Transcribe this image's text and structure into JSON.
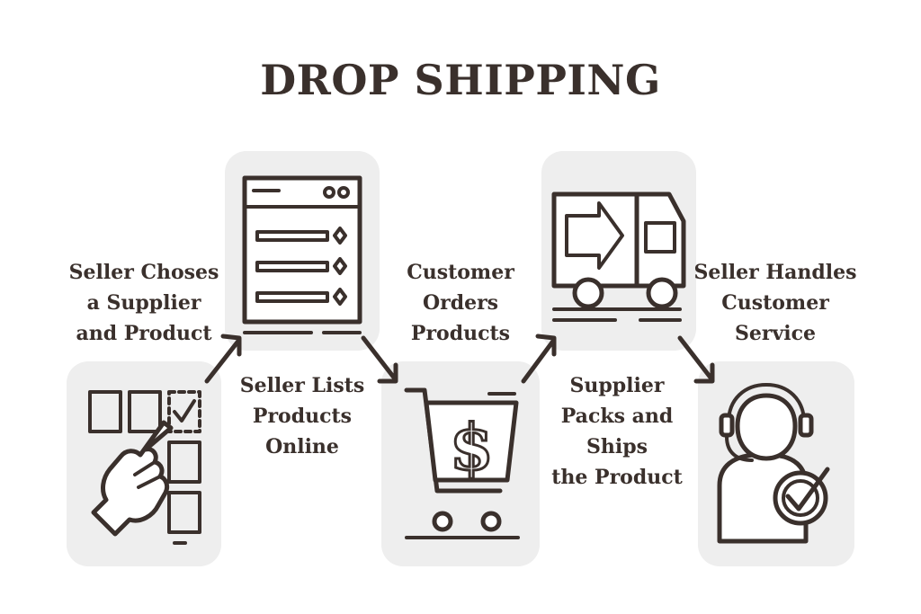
{
  "title": "DROP SHIPPING",
  "steps": [
    {
      "lines": [
        "Seller Choses",
        "a Supplier",
        "and Product"
      ],
      "icon": "hand-selecting-checkbox-icon"
    },
    {
      "lines": [
        "Seller Lists",
        "Products",
        "Online"
      ],
      "icon": "online-store-listing-icon"
    },
    {
      "lines": [
        "Customer",
        "Orders",
        "Products"
      ],
      "icon": "shopping-cart-dollar-icon"
    },
    {
      "lines": [
        "Supplier",
        "Packs and",
        "Ships",
        "the Product"
      ],
      "icon": "delivery-truck-icon"
    },
    {
      "lines": [
        "Seller Handles",
        "Customer",
        "Service"
      ],
      "icon": "headset-operator-icon"
    }
  ],
  "colors": {
    "ink": "#3a302c",
    "card": "#eeeeee",
    "background": "#ffffff"
  }
}
